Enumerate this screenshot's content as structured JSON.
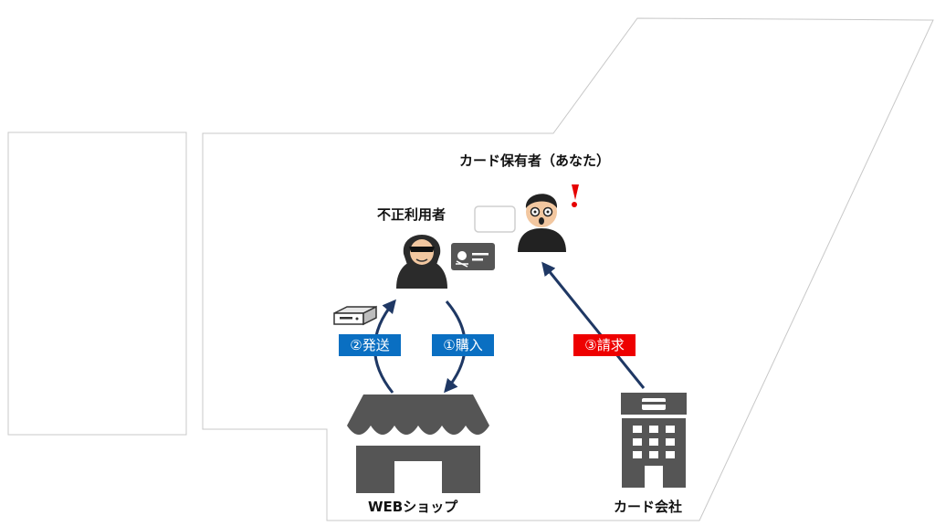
{
  "actors": {
    "cardholder": {
      "label": "カード保有者（あなた）"
    },
    "fraudster": {
      "label": "不正利用者"
    },
    "webshop": {
      "label": "WEBショップ"
    },
    "card_company": {
      "label": "カード会社"
    }
  },
  "steps": {
    "purchase": {
      "label": "①購入"
    },
    "ship": {
      "label": "②発送"
    },
    "bill": {
      "label": "③請求"
    }
  },
  "colors": {
    "step_blue": "#0a6fc2",
    "step_red": "#ee0000",
    "arrow": "#1f3864",
    "icon_gray": "#555555",
    "alert_red": "#e60000"
  },
  "icons": {
    "cardholder": "shocked-person-icon",
    "fraudster": "hooded-hacker-icon",
    "stolen_card": "skull-card-icon",
    "card_placeholder": "blank-card-icon",
    "alert": "exclamation-icon",
    "parcel": "package-icon",
    "webshop": "storefront-icon",
    "card_company": "office-building-icon"
  }
}
